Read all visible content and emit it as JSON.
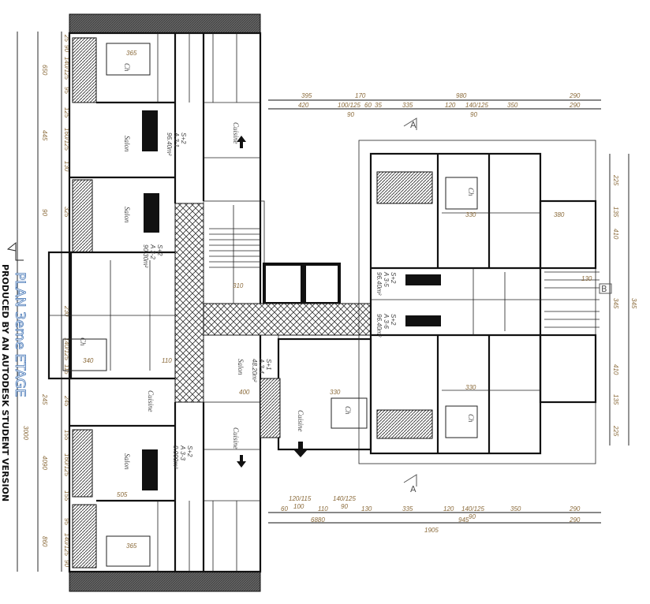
{
  "title": "PLAN 3eme ETAGE",
  "subtitle": "PRODUCED BY AN AUTODESK STUDENT VERSION",
  "colors": {
    "wall": "#111111",
    "dimension_text": "#8a6a3a",
    "title_outline": "#4a7ab8",
    "hatch": "#333333"
  },
  "section_marks": {
    "a_top": "A",
    "a_bottom": "A",
    "b": "B"
  },
  "dims_top": {
    "row1": [
      "395",
      "170",
      "980",
      "290"
    ],
    "row2": [
      "420",
      "100/125",
      "60",
      "35",
      "335",
      "120",
      "140/125",
      "350",
      "290"
    ],
    "sub": [
      "90",
      "90"
    ]
  },
  "dims_bottom": {
    "upper": [
      "120/115",
      "100",
      "140/125",
      "90"
    ],
    "row1": [
      "60",
      "110",
      "130",
      "335",
      "120",
      "140/125",
      "350",
      "290"
    ],
    "sub": "90",
    "row2": [
      "6880",
      "945",
      "290"
    ],
    "total": "1905"
  },
  "dims_left": {
    "inner": [
      "25",
      "90",
      "140/125",
      "95",
      "125",
      "160/125",
      "130",
      "325",
      "230",
      "140/125",
      "115",
      "245",
      "155",
      "160/125",
      "155",
      "95",
      "140/125",
      "90"
    ],
    "middle": [
      "650",
      "445",
      "90",
      "245",
      "4090",
      "860"
    ],
    "outer": "3000"
  },
  "dims_right": {
    "inner": [
      "225",
      "135",
      "410",
      "345",
      "410",
      "135",
      "225"
    ],
    "outer": [
      "345",
      "130"
    ]
  },
  "rooms": {
    "salon": "Salon",
    "cuisine": "Cuisine",
    "chambre": "Ch",
    "dim_365": "365",
    "dim_505": "505",
    "dim_340": "340",
    "dim_400": "400",
    "dim_330": "330",
    "dim_310": "310",
    "dim_380": "380",
    "dim_110": "110"
  },
  "units": [
    {
      "type": "S+2",
      "id": "A 3-1",
      "area": "96.40m²"
    },
    {
      "type": "S+2",
      "id": "A 3-2",
      "area": "90.30m²"
    },
    {
      "type": "S+2",
      "id": "A 3-3",
      "area": "9.000m²"
    },
    {
      "type": "S+1",
      "id": "A 3-4",
      "area": "48.20m²"
    },
    {
      "type": "S+2",
      "id": "A 3-5",
      "area": "96.40m²"
    },
    {
      "type": "S+2",
      "id": "A 3-6",
      "area": "96.40m²"
    }
  ]
}
